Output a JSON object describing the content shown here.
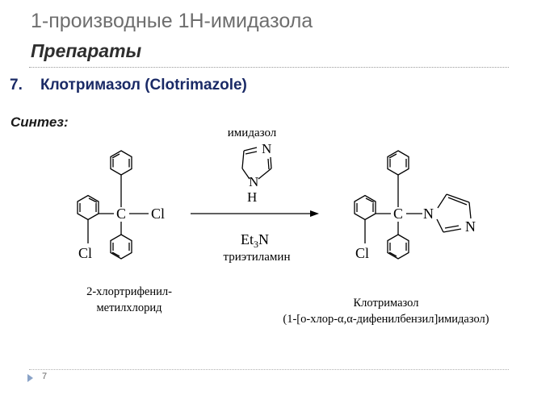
{
  "slide": {
    "title": "1-производные 1Н-имидазола",
    "subtitle": "Препараты",
    "page_number": "7"
  },
  "section": {
    "number": "7.",
    "heading": "Клотримазол (Clotrimazole)",
    "synthesis_label": "Синтез:"
  },
  "reaction": {
    "reagent_name": "имидазол",
    "atom_N": "N",
    "atom_H": "H",
    "atom_C": "C",
    "atom_Cl": "Cl",
    "base_formula_prefix": "Et",
    "base_formula_sub": "3",
    "base_formula_suffix": "N",
    "base_name": "триэтиламин"
  },
  "starting_material": {
    "caption_line1": "2-хлортрифенил-",
    "caption_line2": "метилхлорид"
  },
  "product": {
    "caption_line1": "Клотримазол",
    "caption_line2": "(1-[о-хлор-α,α-дифенилбензил]имидазол)"
  }
}
